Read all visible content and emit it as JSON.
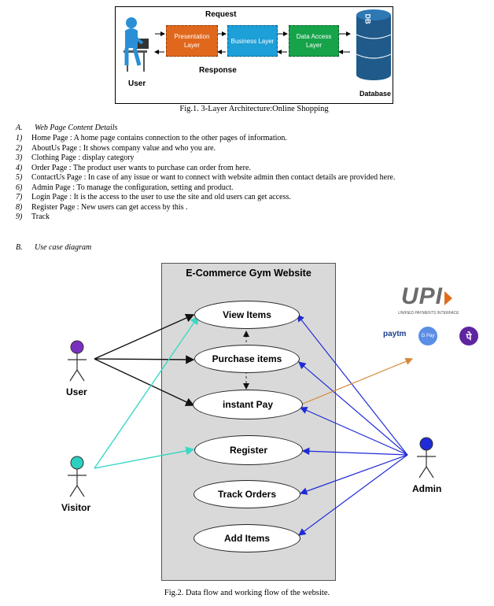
{
  "fig1": {
    "request": "Request",
    "response": "Response",
    "user": "User",
    "database": "Database",
    "db_icon": "DB",
    "layers": [
      "Presentation Layer",
      "Business Layer",
      "Data Access Layer"
    ],
    "colors": {
      "presentation": "#e0681c",
      "business": "#1d9fd8",
      "data_access": "#16a34a",
      "db": "#1f5a8a"
    },
    "caption": "Fig.1. 3-Layer Architecture:Online Shopping"
  },
  "section_a": {
    "label": "A.",
    "title": "Web Page Content Details"
  },
  "items": [
    {
      "num": "1)",
      "text": "Home Page : A home page contains connection to the other pages of information."
    },
    {
      "num": "2)",
      "text": "AboutUs Page : It shows company value and who you are."
    },
    {
      "num": "3)",
      "text": "Clothing Page : display category"
    },
    {
      "num": "4)",
      "text": "Order Page : The product user wants to purchase can order from here."
    },
    {
      "num": "5)",
      "text": "ContactUs Page : In case of any issue or want to connect with website admin then contact details are provided here."
    },
    {
      "num": "6)",
      "text": "Admin Page : To manage the configuration, setting and product."
    },
    {
      "num": "7)",
      "text": "Login Page : It is the access to the user to use the site and old users can get access."
    },
    {
      "num": "8)",
      "text": "Register Page : New users can get access by this ."
    },
    {
      "num": "9)",
      "text": "Track"
    }
  ],
  "section_b": {
    "label": "B.",
    "title": "Use case diagram"
  },
  "fig2": {
    "system_title": "E-Commerce Gym Website",
    "use_cases": [
      "View Items",
      "Purchase items",
      "instant Pay",
      "Register",
      "Track Orders",
      "Add Items"
    ],
    "actors": {
      "user": "User",
      "visitor": "Visitor",
      "admin": "Admin"
    },
    "actor_colors": {
      "user": "#7b2fbf",
      "visitor": "#2ad1c0",
      "admin": "#1f2bd6"
    },
    "payment": {
      "upi": "UPI",
      "upi_sub": "UNIFIED PAYMENTS INTERFACE",
      "paytm": "paytm",
      "gpay": "G Pay",
      "phonepe": "पे"
    },
    "caption": "Fig.2. Data flow and working flow of the website."
  }
}
